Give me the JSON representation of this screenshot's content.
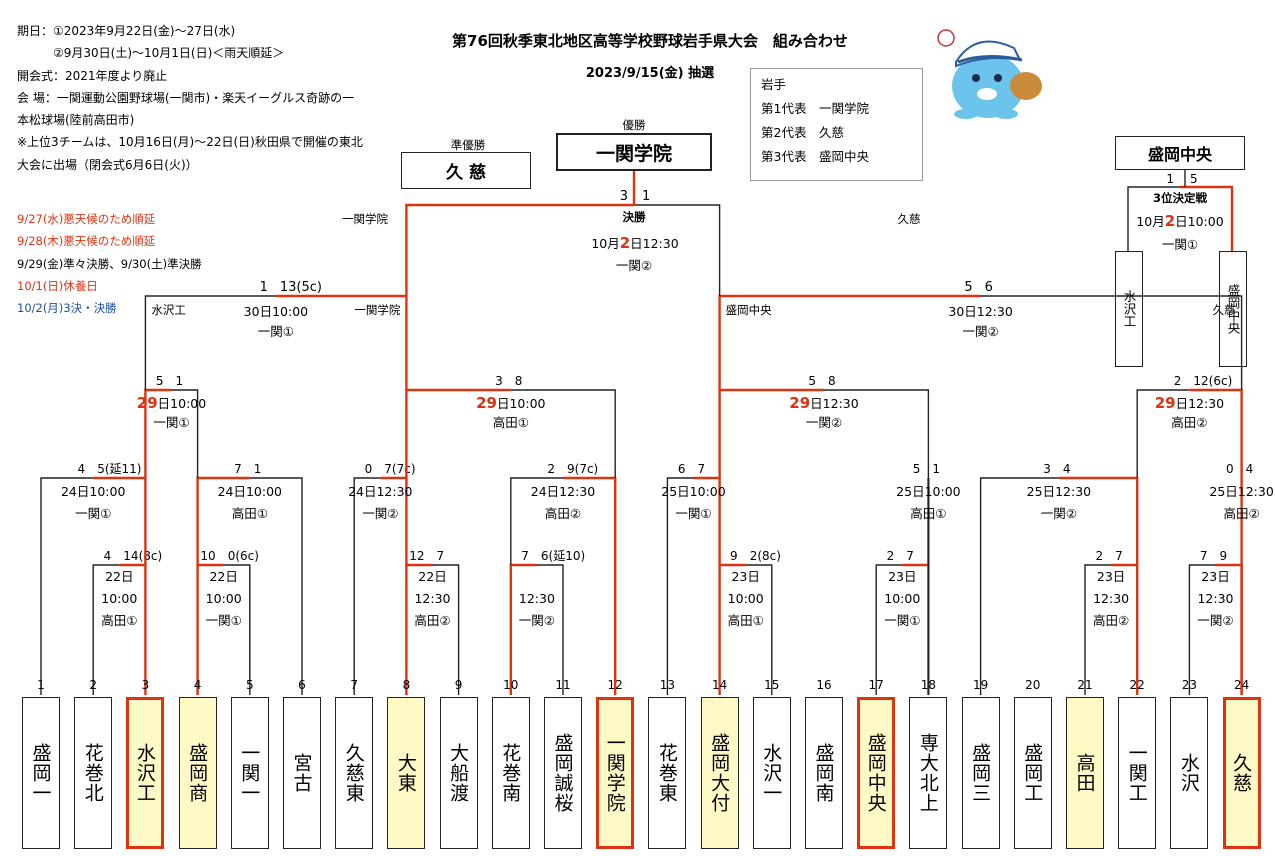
{
  "info": {
    "lines": [
      "期日：①2023年9月22日(金)〜27日(水)",
      "　　　②9月30日(土)〜10月1日(日)＜雨天順延＞",
      "開会式：2021年度より廃止",
      "会 場：一関運動公園野球場(一関市)・楽天イーグルス奇跡の一",
      "本松球場(陸前高田市)",
      "※上位3チームは、10月16日(月)〜22日(日)秋田県で開催の東北",
      "大会に出場（閉会式6月6日(火)）"
    ]
  },
  "notes": [
    {
      "text": "9/27(水)悪天候のため順延",
      "color": "#d31"
    },
    {
      "text": "9/28(木)悪天候のため順延",
      "color": "#d31"
    },
    {
      "text": "9/29(金)準々決勝、9/30(土)準決勝",
      "color": "#000"
    },
    {
      "text": "10/1(日)休養日",
      "color": "#d31"
    },
    {
      "text": "10/2(月)3決・決勝",
      "color": "#1f4e9c"
    }
  ],
  "title": "第76回秋季東北地区高等学校野球岩手県大会　組み合わせ",
  "subtitle": "2023/9/15(金) 抽選",
  "iwate": {
    "header": "岩手",
    "reps": [
      "第1代表　一関学院",
      "第2代表　久慈",
      "第3代表　盛岡中央"
    ]
  },
  "finals": {
    "champion_label": "優勝",
    "champion": "一関学院",
    "runnerup_label": "準優勝",
    "runnerup": "久 慈",
    "third": "盛岡中央",
    "final_label": "決勝",
    "final_left": "一関学院",
    "final_right": "久慈",
    "final_date_pre": "10月",
    "final_date_day": "2",
    "final_date_post": "日12:30",
    "final_venue": "一関②",
    "final_scores": [
      "3",
      "1"
    ],
    "third_label": "3位決定戦",
    "third_date_pre": "10月",
    "third_date_day": "2",
    "third_date_post": "日10:00",
    "third_venue": "一関①",
    "third_scores": [
      "1",
      "5"
    ],
    "third_left": "水沢工",
    "third_right": "盛岡中央"
  },
  "semis": [
    {
      "left": "水沢工",
      "right": "一関学院",
      "date": "30日10:00",
      "venue": "一関①",
      "scores": [
        "1",
        "13(5c)"
      ]
    },
    {
      "left": "盛岡中央",
      "right": "久慈",
      "date": "30日12:30",
      "venue": "一関②",
      "scores": [
        "5",
        "6"
      ]
    }
  ],
  "quarters": [
    {
      "day": "29",
      "time": "日10:00",
      "venue": "一関①",
      "scores": [
        "5",
        "1"
      ]
    },
    {
      "day": "29",
      "time": "日10:00",
      "venue": "高田①",
      "scores": [
        "3",
        "8"
      ]
    },
    {
      "day": "29",
      "time": "日12:30",
      "venue": "一関②",
      "scores": [
        "5",
        "8"
      ]
    },
    {
      "day": "29",
      "time": "日12:30",
      "venue": "高田②",
      "scores": [
        "2",
        "12(6c)"
      ]
    }
  ],
  "round2": [
    {
      "date": "24日10:00",
      "venue": "一関①",
      "scores": [
        "4",
        "5(延11)"
      ]
    },
    {
      "date": "24日10:00",
      "venue": "高田①",
      "scores": [
        "7",
        "1"
      ]
    },
    {
      "date": "24日12:30",
      "venue": "一関②",
      "scores": [
        "0",
        "7(7c)"
      ]
    },
    {
      "date": "24日12:30",
      "venue": "高田②",
      "scores": [
        "2",
        "9(7c)"
      ]
    },
    {
      "date": "25日10:00",
      "venue": "一関①",
      "scores": [
        "6",
        "7"
      ]
    },
    {
      "date": "25日10:00",
      "venue": "高田①",
      "scores": [
        "5",
        "1"
      ]
    },
    {
      "date": "25日12:30",
      "venue": "一関②",
      "scores": [
        "3",
        "4"
      ]
    },
    {
      "date": "25日12:30",
      "venue": "高田②",
      "scores": [
        "0",
        "4"
      ]
    }
  ],
  "round1": [
    {
      "date": "22日",
      "time": "10:00",
      "venue": "高田①",
      "scores": [
        "4",
        "14(8c)"
      ]
    },
    {
      "date": "22日",
      "time": "10:00",
      "venue": "一関①",
      "scores": [
        "10",
        "0(6c)"
      ]
    },
    {
      "date": "22日",
      "time": "12:30",
      "venue": "高田②",
      "scores": [
        "12",
        "7"
      ]
    },
    {
      "date": "",
      "time": "12:30",
      "venue": "一関②",
      "scores": [
        "7",
        "6(延10)"
      ]
    },
    {
      "date": "23日",
      "time": "10:00",
      "venue": "高田①",
      "scores": [
        "9",
        "2(8c)"
      ]
    },
    {
      "date": "23日",
      "time": "10:00",
      "venue": "一関①",
      "scores": [
        "2",
        "7"
      ]
    },
    {
      "date": "23日",
      "time": "12:30",
      "venue": "高田②",
      "scores": [
        "2",
        "7"
      ]
    },
    {
      "date": "23日",
      "time": "12:30",
      "venue": "一関②",
      "scores": [
        "7",
        "9"
      ]
    }
  ],
  "teams": [
    {
      "num": "1",
      "name": "盛岡一",
      "hl": false,
      "win": false
    },
    {
      "num": "2",
      "name": "花巻北",
      "hl": false,
      "win": false
    },
    {
      "num": "3",
      "name": "水沢工",
      "hl": true,
      "win": true
    },
    {
      "num": "4",
      "name": "盛岡商",
      "hl": true,
      "win": false
    },
    {
      "num": "5",
      "name": "一関一",
      "hl": false,
      "win": false
    },
    {
      "num": "6",
      "name": "宮古",
      "hl": false,
      "win": false
    },
    {
      "num": "7",
      "name": "久慈東",
      "hl": false,
      "win": false
    },
    {
      "num": "8",
      "name": "大東",
      "hl": true,
      "win": false
    },
    {
      "num": "9",
      "name": "大船渡",
      "hl": false,
      "win": false
    },
    {
      "num": "10",
      "name": "花巻南",
      "hl": false,
      "win": false
    },
    {
      "num": "11",
      "name": "盛岡誠桜",
      "hl": false,
      "win": false
    },
    {
      "num": "12",
      "name": "一関学院",
      "hl": true,
      "win": true
    },
    {
      "num": "13",
      "name": "花巻東",
      "hl": false,
      "win": false
    },
    {
      "num": "14",
      "name": "盛岡大付",
      "hl": true,
      "win": false
    },
    {
      "num": "15",
      "name": "水沢一",
      "hl": false,
      "win": false
    },
    {
      "num": "16",
      "name": "盛岡南",
      "hl": false,
      "win": false
    },
    {
      "num": "17",
      "name": "盛岡中央",
      "hl": true,
      "win": true
    },
    {
      "num": "18",
      "name": "専大北上",
      "hl": false,
      "win": false
    },
    {
      "num": "19",
      "name": "盛岡三",
      "hl": false,
      "win": false
    },
    {
      "num": "20",
      "name": "盛岡工",
      "hl": false,
      "win": false
    },
    {
      "num": "21",
      "name": "高田",
      "hl": true,
      "win": false
    },
    {
      "num": "22",
      "name": "一関工",
      "hl": false,
      "win": false
    },
    {
      "num": "23",
      "name": "水沢",
      "hl": false,
      "win": false
    },
    {
      "num": "24",
      "name": "久慈",
      "hl": true,
      "win": true
    }
  ],
  "colors": {
    "red": "#d31",
    "line": "#222",
    "highlight": "#fff9c6",
    "mascot": "#6cc4ec"
  }
}
